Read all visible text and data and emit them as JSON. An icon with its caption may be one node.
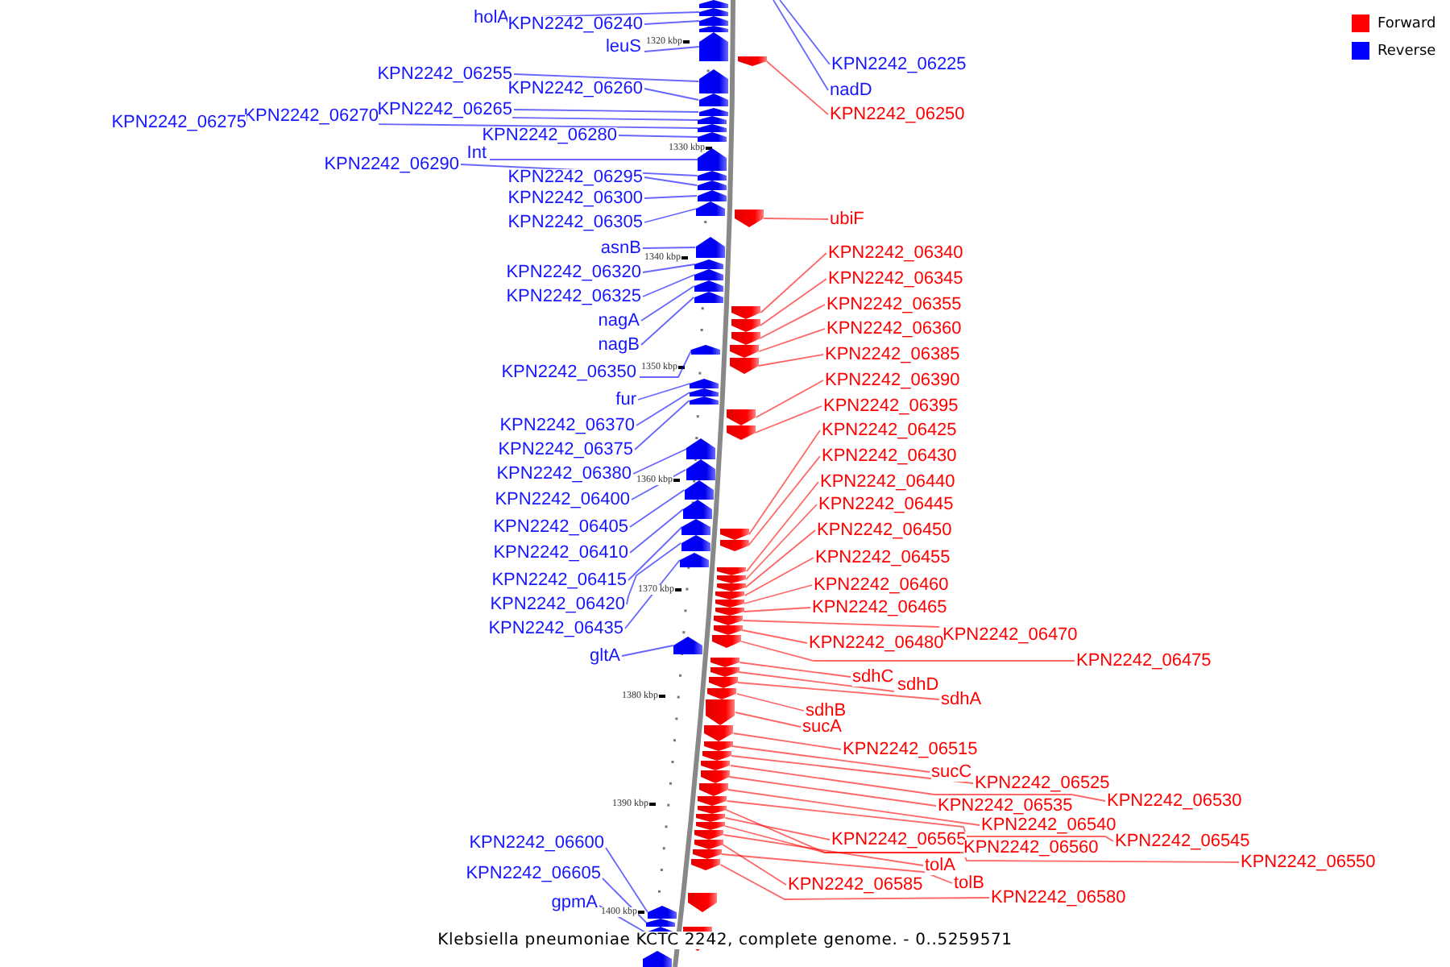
{
  "diagram": {
    "caption": "Klebsiella pneumoniae KCTC 2242, complete genome. - 0..5259571",
    "nodes": [
      {
        "text": [
          "holA"
        ]
      },
      {
        "text": [
          "KPN2242_06240"
        ]
      },
      {
        "text": [
          "leuS"
        ]
      },
      {
        "text": [
          "KPN2242_06255"
        ]
      },
      {
        "text": [
          "KPN2242_06260"
        ]
      },
      {
        "text": [
          "KPN2242_06265"
        ]
      },
      {
        "text": [
          "KPN2242_06270"
        ]
      },
      {
        "text": [
          "KPN2242_06275"
        ]
      },
      {
        "text": [
          "KPN2242_06280"
        ]
      },
      {
        "text": [
          "Int"
        ]
      },
      {
        "text": [
          "KPN2242_06290"
        ]
      },
      {
        "text": [
          "KPN2242_06295"
        ]
      },
      {
        "text": [
          "KPN2242_06300"
        ]
      },
      {
        "text": [
          "KPN2242_06305"
        ]
      },
      {
        "text": [
          "asnB"
        ]
      },
      {
        "text": [
          "KPN2242_06320"
        ]
      },
      {
        "text": [
          "KPN2242_06325"
        ]
      },
      {
        "text": [
          "nagA"
        ]
      },
      {
        "text": [
          "nagB"
        ]
      },
      {
        "text": [
          "KPN2242_06350"
        ]
      },
      {
        "text": [
          "fur"
        ]
      },
      {
        "text": [
          "KPN2242_06370"
        ]
      },
      {
        "text": [
          "KPN2242_06375"
        ]
      },
      {
        "text": [
          "KPN2242_06380"
        ]
      },
      {
        "text": [
          "KPN2242_06400"
        ]
      },
      {
        "text": [
          "KPN2242_06405"
        ]
      },
      {
        "text": [
          "KPN2242_06410"
        ]
      },
      {
        "text": [
          "KPN2242_06415"
        ]
      },
      {
        "text": [
          "KPN2242_06420"
        ]
      },
      {
        "text": [
          "KPN2242_06435"
        ]
      },
      {
        "text": [
          "gltA"
        ]
      },
      {
        "text": [
          "KPN2242_06600"
        ]
      },
      {
        "text": [
          "KPN2242_06605"
        ]
      },
      {
        "text": [
          "gpmA"
        ]
      },
      {
        "text": [
          "KPN2242_06225"
        ]
      },
      {
        "text": [
          "nadD"
        ]
      },
      {
        "text": [
          "KPN2242_06250"
        ]
      },
      {
        "text": [
          "ubiF"
        ]
      },
      {
        "text": [
          "KPN2242_06340"
        ]
      },
      {
        "text": [
          "KPN2242_06345"
        ]
      },
      {
        "text": [
          "KPN2242_06355"
        ]
      },
      {
        "text": [
          "KPN2242_06360"
        ]
      },
      {
        "text": [
          "KPN2242_06385"
        ]
      },
      {
        "text": [
          "KPN2242_06390"
        ]
      },
      {
        "text": [
          "KPN2242_06395"
        ]
      },
      {
        "text": [
          "KPN2242_06425"
        ]
      },
      {
        "text": [
          "KPN2242_06430"
        ]
      },
      {
        "text": [
          "KPN2242_06440"
        ]
      },
      {
        "text": [
          "KPN2242_06445"
        ]
      },
      {
        "text": [
          "KPN2242_06450"
        ]
      },
      {
        "text": [
          "KPN2242_06455"
        ]
      },
      {
        "text": [
          "KPN2242_06460"
        ]
      },
      {
        "text": [
          "KPN2242_06465"
        ]
      },
      {
        "text": [
          "KPN2242_06470"
        ]
      },
      {
        "text": [
          "KPN2242_06480"
        ]
      },
      {
        "text": [
          "KPN2242_06475"
        ]
      },
      {
        "text": [
          "sdhC"
        ]
      },
      {
        "text": [
          "sdhD"
        ]
      },
      {
        "text": [
          "sdhA"
        ]
      },
      {
        "text": [
          "sdhB"
        ]
      },
      {
        "text": [
          "sucA"
        ]
      },
      {
        "text": [
          "KPN2242_06515"
        ]
      },
      {
        "text": [
          "sucC"
        ]
      },
      {
        "text": [
          "KPN2242_06525"
        ]
      },
      {
        "text": [
          "KPN2242_06530"
        ]
      },
      {
        "text": [
          "KPN2242_06535"
        ]
      },
      {
        "text": [
          "KPN2242_06540"
        ]
      },
      {
        "text": [
          "KPN2242_06545"
        ]
      },
      {
        "text": [
          "KPN2242_06565"
        ]
      },
      {
        "text": [
          "KPN2242_06560"
        ]
      },
      {
        "text": [
          "KPN2242_06550"
        ]
      },
      {
        "text": [
          "tolA"
        ]
      },
      {
        "text": [
          "tolB"
        ]
      },
      {
        "text": [
          "KPN2242_06585"
        ]
      },
      {
        "text": [
          "KPN2242_06580"
        ]
      },
      {
        "text": [],
        "shape": "arrow"
      },
      {
        "text": [],
        "shape": "arrow"
      },
      {
        "text": [],
        "shape": "arrow"
      },
      {
        "text": [],
        "shape": "arrow"
      },
      {
        "text": [],
        "shape": "arrow"
      },
      {
        "text": [],
        "shape": "arrow"
      },
      {
        "text": [],
        "shape": "arrow"
      },
      {
        "text": [],
        "shape": "arrow"
      },
      {
        "text": [],
        "shape": "arrow"
      },
      {
        "text": [],
        "shape": "arrow"
      },
      {
        "text": [],
        "shape": "arrow"
      },
      {
        "text": [],
        "shape": "arrow"
      },
      {
        "text": [],
        "shape": "arrow"
      },
      {
        "text": [],
        "shape": "arrow"
      },
      {
        "text": [],
        "shape": "arrow"
      },
      {
        "text": [],
        "shape": "arrow"
      },
      {
        "text": [],
        "shape": "arrow"
      },
      {
        "text": [],
        "shape": "arrow"
      },
      {
        "text": [],
        "shape": "arrow"
      },
      {
        "text": [],
        "shape": "arrow"
      },
      {
        "text": [],
        "shape": "arrow"
      },
      {
        "text": [],
        "shape": "arrow"
      },
      {
        "text": [],
        "shape": "arrow"
      },
      {
        "text": [],
        "shape": "arrow"
      },
      {
        "text": [],
        "shape": "arrow"
      },
      {
        "text": [],
        "shape": "arrow"
      },
      {
        "text": [],
        "shape": "arrow"
      },
      {
        "text": [],
        "shape": "arrow"
      },
      {
        "text": [],
        "shape": "arrow"
      },
      {
        "text": [],
        "shape": "arrow"
      },
      {
        "text": [],
        "shape": "arrow"
      },
      {
        "text": [],
        "shape": "arrow"
      },
      {
        "text": [],
        "shape": "arrow"
      },
      {
        "text": [],
        "shape": "arrow"
      },
      {
        "text": [],
        "shape": "arrow"
      },
      {
        "text": [],
        "shape": "arrow"
      },
      {
        "text": [],
        "shape": "arrow"
      },
      {
        "text": [],
        "shape": "arrow"
      },
      {
        "text": [],
        "shape": "arrow"
      },
      {
        "text": [],
        "shape": "arrow"
      },
      {
        "text": [],
        "shape": "arrow"
      },
      {
        "text": [],
        "shape": "arrow"
      },
      {
        "text": [],
        "shape": "arrow"
      },
      {
        "text": [],
        "shape": "arrow"
      },
      {
        "text": [],
        "shape": "arrow"
      },
      {
        "text": [],
        "shape": "arrow"
      },
      {
        "text": [],
        "shape": "arrow"
      },
      {
        "text": [],
        "shape": "arrow"
      },
      {
        "text": [],
        "shape": "arrow"
      },
      {
        "text": [],
        "shape": "arrow"
      },
      {
        "text": [],
        "shape": "arrow"
      },
      {
        "text": [],
        "shape": "arrow"
      },
      {
        "text": [],
        "shape": "arrow"
      },
      {
        "text": [],
        "shape": "arrow"
      },
      {
        "text": [],
        "shape": "arrow"
      },
      {
        "text": [],
        "shape": "arrow"
      },
      {
        "text": [],
        "shape": "arrow"
      },
      {
        "text": [],
        "shape": "arrow"
      },
      {
        "text": [],
        "shape": "arrow"
      },
      {
        "text": [],
        "shape": "arrow"
      },
      {
        "text": [],
        "shape": "arrow"
      },
      {
        "text": [],
        "shape": "arrow"
      },
      {
        "text": [],
        "shape": "arrow"
      },
      {
        "text": [],
        "shape": "arrow"
      },
      {
        "text": [],
        "shape": "arrow"
      },
      {
        "text": [],
        "shape": "arrow"
      },
      {
        "text": [],
        "shape": "arrow"
      },
      {
        "text": [],
        "shape": "arrow"
      },
      {
        "text": [],
        "shape": "arrow"
      },
      {
        "text": [],
        "shape": "arrow"
      },
      {
        "text": [],
        "shape": "arrow"
      },
      {
        "text": [],
        "shape": "arrow"
      },
      {
        "text": [],
        "shape": "arrow"
      },
      {
        "text": [],
        "shape": "arrow"
      },
      {
        "text": [],
        "shape": "arrow"
      },
      {
        "text": [],
        "shape": "arrow"
      },
      {
        "text": [],
        "shape": "arrow"
      },
      {
        "text": [],
        "shape": "arrow"
      }
    ],
    "edges": [
      {
        "from": 0,
        "to": 76,
        "arrow": "none",
        "color": "#0000ff"
      },
      {
        "from": 1,
        "to": 77,
        "arrow": "none",
        "color": "#0000ff"
      },
      {
        "from": 2,
        "to": 79,
        "arrow": "none",
        "color": "#0000ff"
      },
      {
        "from": 3,
        "to": 80,
        "arrow": "none",
        "color": "#0000ff"
      },
      {
        "from": 4,
        "to": 81,
        "arrow": "none",
        "color": "#0000ff"
      },
      {
        "from": 5,
        "to": 82,
        "arrow": "none",
        "color": "#0000ff"
      },
      {
        "from": 6,
        "to": 83,
        "arrow": "none",
        "color": "#0000ff"
      },
      {
        "from": 7,
        "to": 84,
        "arrow": "none",
        "color": "#0000ff"
      },
      {
        "from": 8,
        "to": 85,
        "arrow": "none",
        "color": "#0000ff"
      },
      {
        "from": 9,
        "to": 86,
        "arrow": "none",
        "color": "#0000ff"
      },
      {
        "from": 10,
        "to": 87,
        "arrow": "none",
        "color": "#0000ff"
      },
      {
        "from": 11,
        "to": 88,
        "arrow": "none",
        "color": "#0000ff"
      },
      {
        "from": 12,
        "to": 89,
        "arrow": "none",
        "color": "#0000ff"
      },
      {
        "from": 13,
        "to": 90,
        "arrow": "none",
        "color": "#0000ff"
      },
      {
        "from": 14,
        "to": 91,
        "arrow": "none",
        "color": "#0000ff"
      },
      {
        "from": 15,
        "to": 92,
        "arrow": "none",
        "color": "#0000ff"
      },
      {
        "from": 16,
        "to": 93,
        "arrow": "none",
        "color": "#0000ff"
      },
      {
        "from": 17,
        "to": 94,
        "arrow": "none",
        "color": "#0000ff"
      },
      {
        "from": 18,
        "to": 95,
        "arrow": "none",
        "color": "#0000ff"
      },
      {
        "from": 19,
        "to": 96,
        "arrow": "none",
        "color": "#0000ff"
      },
      {
        "from": 20,
        "to": 97,
        "arrow": "none",
        "color": "#0000ff"
      },
      {
        "from": 21,
        "to": 98,
        "arrow": "none",
        "color": "#0000ff"
      },
      {
        "from": 22,
        "to": 99,
        "arrow": "none",
        "color": "#0000ff"
      },
      {
        "from": 23,
        "to": 100,
        "arrow": "none",
        "color": "#0000ff"
      },
      {
        "from": 24,
        "to": 101,
        "arrow": "none",
        "color": "#0000ff"
      },
      {
        "from": 25,
        "to": 102,
        "arrow": "none",
        "color": "#0000ff"
      },
      {
        "from": 26,
        "to": 103,
        "arrow": "none",
        "color": "#0000ff"
      },
      {
        "from": 27,
        "to": 104,
        "arrow": "none",
        "color": "#0000ff"
      },
      {
        "from": 28,
        "to": 105,
        "arrow": "none",
        "color": "#0000ff"
      },
      {
        "from": 29,
        "to": 106,
        "arrow": "none",
        "color": "#0000ff"
      },
      {
        "from": 30,
        "to": 107,
        "arrow": "none",
        "color": "#0000ff"
      },
      {
        "from": 31,
        "to": 108,
        "arrow": "none",
        "color": "#0000ff"
      },
      {
        "from": 32,
        "to": 109,
        "arrow": "none",
        "color": "#0000ff"
      },
      {
        "from": 33,
        "to": 110,
        "arrow": "none",
        "color": "#0000ff"
      },
      {
        "from": 34,
        "to": null,
        "arrow": "none",
        "color": "#0000ff"
      },
      {
        "from": 35,
        "to": null,
        "arrow": "none",
        "color": "#0000ff"
      },
      {
        "from": 36,
        "to": 112,
        "arrow": "none"
      },
      {
        "from": 37,
        "to": 113,
        "arrow": "none"
      },
      {
        "from": 38,
        "to": 114,
        "arrow": "none"
      },
      {
        "from": 39,
        "to": 115,
        "arrow": "none"
      },
      {
        "from": 40,
        "to": 116,
        "arrow": "none"
      },
      {
        "from": 41,
        "to": 117,
        "arrow": "none"
      },
      {
        "from": 42,
        "to": 118,
        "arrow": "none"
      },
      {
        "from": 43,
        "to": 119,
        "arrow": "none"
      },
      {
        "from": 44,
        "to": 120,
        "arrow": "none"
      },
      {
        "from": 45,
        "to": 121,
        "arrow": "none"
      },
      {
        "from": 46,
        "to": 122,
        "arrow": "none"
      },
      {
        "from": 47,
        "to": 123,
        "arrow": "none"
      },
      {
        "from": 48,
        "to": 124,
        "arrow": "none"
      },
      {
        "from": 49,
        "to": 125,
        "arrow": "none"
      },
      {
        "from": 50,
        "to": 126,
        "arrow": "none"
      },
      {
        "from": 51,
        "to": 127,
        "arrow": "none"
      },
      {
        "from": 52,
        "to": 128,
        "arrow": "none"
      },
      {
        "from": 53,
        "to": 129,
        "arrow": "none"
      },
      {
        "from": 54,
        "to": 130,
        "arrow": "none"
      },
      {
        "from": 55,
        "to": 131,
        "arrow": "none"
      },
      {
        "from": 56,
        "to": 132,
        "arrow": "none"
      },
      {
        "from": 57,
        "to": 133,
        "arrow": "none"
      },
      {
        "from": 58,
        "to": 134,
        "arrow": "none"
      },
      {
        "from": 59,
        "to": 135,
        "arrow": "none"
      },
      {
        "from": 60,
        "to": 136,
        "arrow": "none"
      },
      {
        "from": 61,
        "to": 137,
        "arrow": "none"
      },
      {
        "from": 62,
        "to": 138,
        "arrow": "none"
      },
      {
        "from": 63,
        "to": 139,
        "arrow": "none"
      },
      {
        "from": 64,
        "to": 140,
        "arrow": "none"
      },
      {
        "from": 65,
        "to": 141,
        "arrow": "none"
      },
      {
        "from": 66,
        "to": 142,
        "arrow": "none"
      },
      {
        "from": 67,
        "to": 143,
        "arrow": "none"
      },
      {
        "from": 68,
        "to": 145,
        "arrow": "none"
      },
      {
        "from": 69,
        "to": 146,
        "arrow": "none"
      },
      {
        "from": 70,
        "to": 144,
        "arrow": "none"
      },
      {
        "from": 71,
        "to": 147,
        "arrow": "none"
      },
      {
        "from": 72,
        "to": 149,
        "arrow": "none"
      },
      {
        "from": 73,
        "to": 148,
        "arrow": "none"
      },
      {
        "from": 74,
        "to": 150,
        "arrow": "none"
      }
    ],
    "labels": [
      "1320 kbp",
      "1330 kbp",
      "1340 kbp",
      "1350 kbp",
      "1360 kbp",
      "1370 kbp",
      "1380 kbp",
      "1390 kbp",
      "1400 kbp"
    ],
    "legend": [
      {
        "text": "Forward",
        "color": "#ff0000"
      },
      {
        "text": "Reverse",
        "color": "#0000ff"
      }
    ]
  }
}
